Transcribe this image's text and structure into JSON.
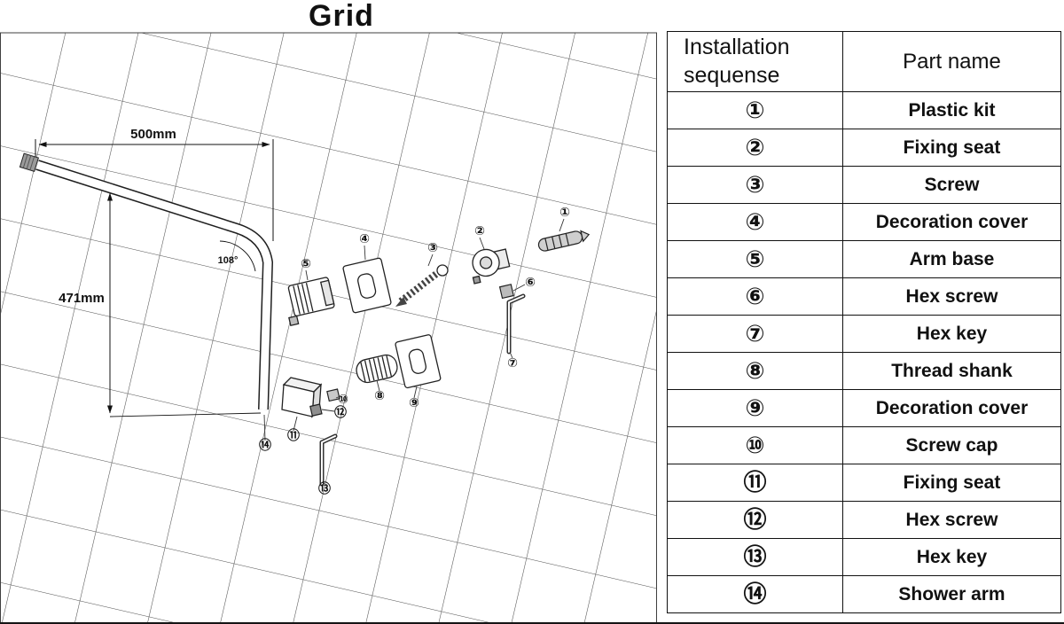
{
  "title": "Grid",
  "diagram": {
    "dim_width": "500mm",
    "dim_height": "471mm",
    "angle": "108°",
    "callouts": [
      "①",
      "②",
      "③",
      "④",
      "⑤",
      "⑥",
      "⑦",
      "⑧",
      "⑨",
      "⑩",
      "⑪",
      "⑫",
      "⑬",
      "⑭"
    ]
  },
  "table": {
    "headers": {
      "sequence": "Installation sequense",
      "part": "Part name"
    },
    "rows": [
      {
        "seq": "①",
        "name": "Plastic kit"
      },
      {
        "seq": "②",
        "name": "Fixing seat"
      },
      {
        "seq": "③",
        "name": "Screw"
      },
      {
        "seq": "④",
        "name": "Decoration cover"
      },
      {
        "seq": "⑤",
        "name": "Arm base"
      },
      {
        "seq": "⑥",
        "name": "Hex screw"
      },
      {
        "seq": "⑦",
        "name": "Hex key"
      },
      {
        "seq": "⑧",
        "name": "Thread shank"
      },
      {
        "seq": "⑨",
        "name": "Decoration cover"
      },
      {
        "seq": "⑩",
        "name": "Screw cap"
      },
      {
        "seq": "⑪",
        "name": "Fixing seat"
      },
      {
        "seq": "⑫",
        "name": "Hex screw"
      },
      {
        "seq": "⑬",
        "name": "Hex key"
      },
      {
        "seq": "⑭",
        "name": "Shower arm"
      }
    ]
  }
}
